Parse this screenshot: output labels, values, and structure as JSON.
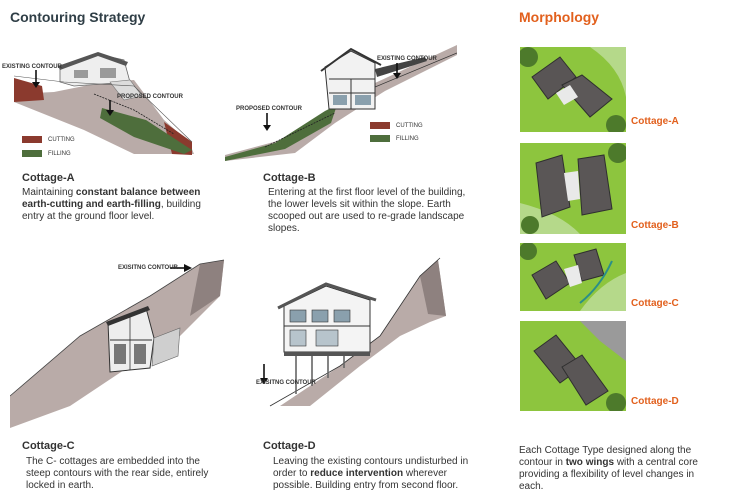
{
  "contouring": {
    "title": "Contouring Strategy",
    "cottage_a": {
      "heading": "Cottage-A",
      "desc_parts": [
        "Maintaining ",
        "constant balance between earth-cutting and earth-filling",
        ", building entry at the ground floor level."
      ],
      "existing_label": "EXISTING CONTOUR",
      "proposed_label": "PROPOSED CONTOUR",
      "legend_cutting": "CUTTING",
      "legend_filling": "FILLING"
    },
    "cottage_b": {
      "heading": "Cottage-B",
      "desc": "Entering at the first floor level of the building, the lower levels sit within the slope. Earth scooped out are used to re-grade landscape slopes.",
      "existing_label": "EXISTING CONTOUR",
      "proposed_label": "PROPOSED CONTOUR",
      "legend_cutting": "CUTTING",
      "legend_filling": "FILLING"
    },
    "cottage_c": {
      "heading": "Cottage-C",
      "desc": "The C- cottages are embedded into the steep contours with the rear side, entirely locked in earth.",
      "existing_label": "EXISITNG CONTOUR"
    },
    "cottage_d": {
      "heading": "Cottage-D",
      "desc_parts": [
        "Leaving the existing contours undisturbed in order to ",
        "reduce intervention",
        " wherever possible. Building entry from second floor."
      ],
      "existing_label": "EXISITNG CONTOUR"
    }
  },
  "morphology": {
    "title": "Morphology",
    "labels": [
      "Cottage-A",
      "Cottage-B",
      "Cottage-C",
      "Cottage-D"
    ],
    "desc_parts": [
      "Each Cottage Type designed along the contour in ",
      "two wings",
      " with a central core providing a flexibility of level changes in each."
    ]
  },
  "colors": {
    "accent": "#e2601d",
    "cutting": "#8b3a2e",
    "filling": "#4e6e3c",
    "title_dark": "#2f3e46"
  }
}
